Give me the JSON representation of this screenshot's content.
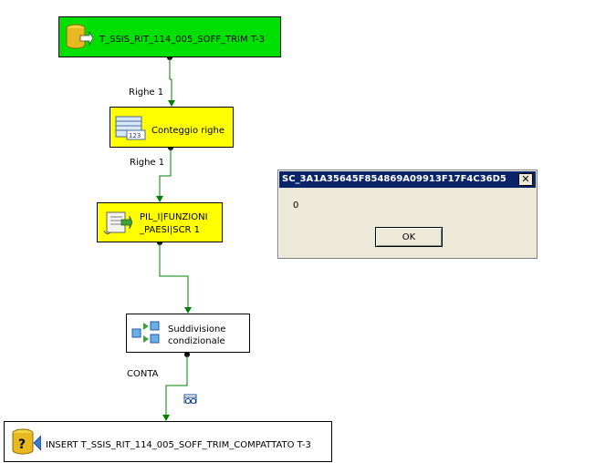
{
  "nodes": {
    "source": {
      "label": "T_SSIS_RIT_114_005_SOFF_TRIM T-3"
    },
    "rowcount": {
      "label": "Conteggio righe"
    },
    "script": {
      "line1": "PIL_I|FUNZIONI",
      "line2": "_PAESI|SCR 1"
    },
    "split": {
      "line1": "Suddivisione",
      "line2": "condizionale"
    },
    "destination": {
      "label": "INSERT T_SSIS_RIT_114_005_SOFF_TRIM_COMPATTATO T-3"
    }
  },
  "connectors": {
    "c1": {
      "label": "Righe 1"
    },
    "c2": {
      "label": "Righe 1"
    },
    "c4": {
      "label": "CONTA"
    }
  },
  "messagebox": {
    "title": "SC_3A1A35645F854869A09913F17F4C36D5",
    "message": "0",
    "ok_label": "OK",
    "close_glyph": "✕"
  },
  "colors": {
    "source_fill": "#00e000",
    "active_fill": "#ffff00",
    "idle_fill": "#ffffff",
    "path_green": "#008000",
    "titlebar": "#0a246a"
  }
}
